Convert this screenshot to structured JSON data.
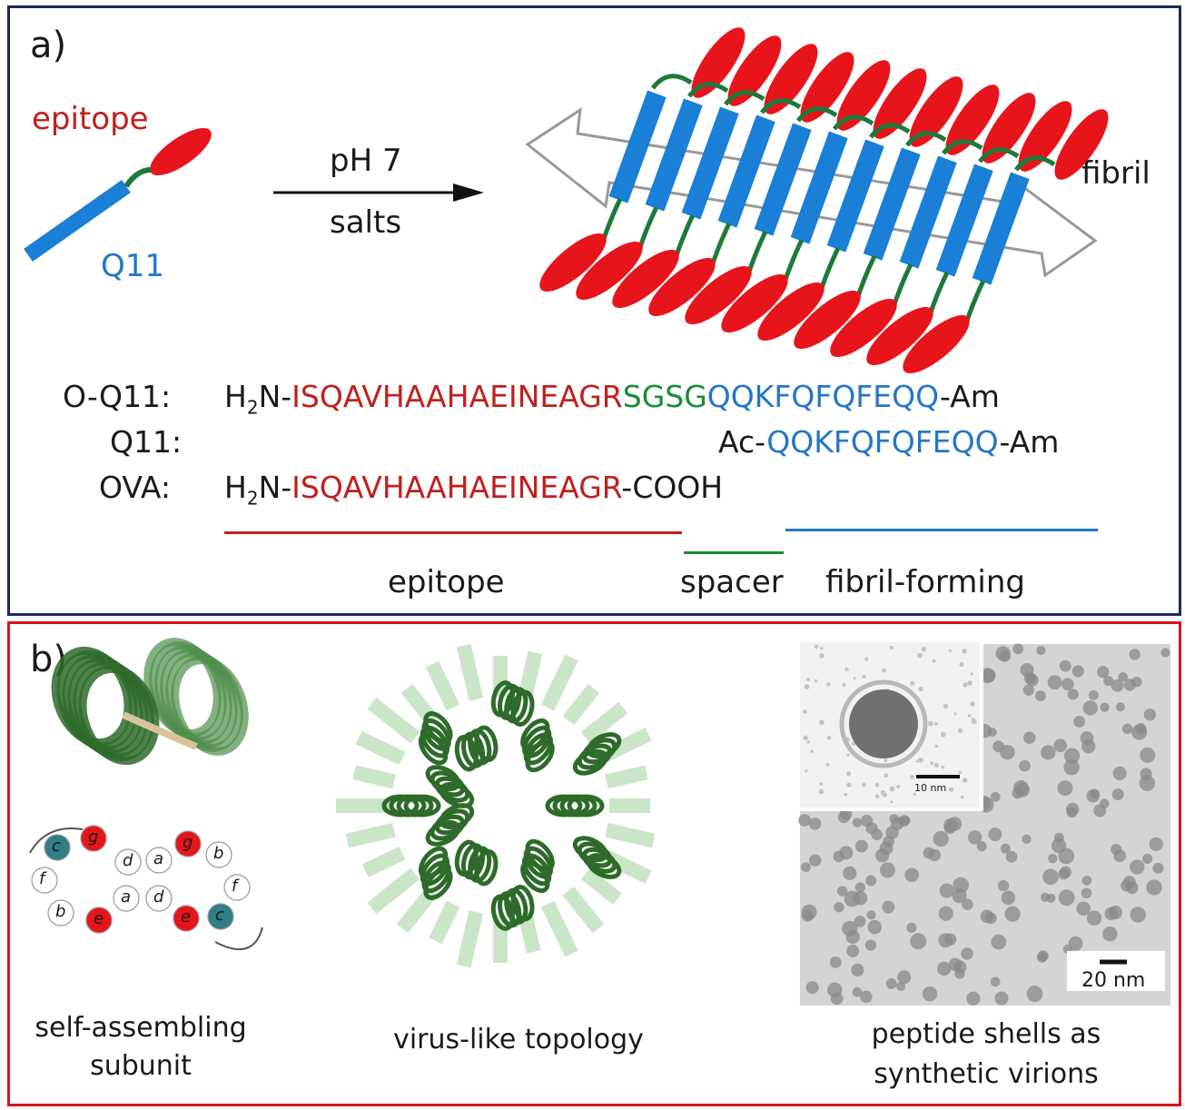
{
  "panel_a": {
    "label": "a)",
    "epitope_label": "epitope",
    "q11_label": "Q11",
    "arrow_top": "pH 7",
    "arrow_bottom": "salts",
    "fibril_label": "fibril",
    "sequences": [
      {
        "name": "O-Q11:",
        "prefix": "H",
        "sub": "2",
        "n": "N-",
        "epitope": "ISQAVHAAHAEINEAGR",
        "spacer": "SGSG",
        "fibril": "QQKFQFQFEQQ",
        "suffix": "-Am"
      },
      {
        "name": "Q11:",
        "prefix": "Ac-",
        "fibril": "QQKFQFQFEQQ",
        "suffix": "-Am"
      },
      {
        "name": "OVA:",
        "prefix": "H",
        "sub": "2",
        "n": "N-",
        "epitope": "ISQAVHAAHAEINEAGR",
        "suffix": "-COOH"
      }
    ],
    "segment_labels": {
      "epitope": "epitope",
      "spacer": "spacer",
      "fibril": "fibril-forming"
    }
  },
  "panel_b": {
    "label": "b)",
    "heptad_letters": [
      "c",
      "g",
      "f",
      "b",
      "e",
      "d",
      "a",
      "a",
      "d",
      "e",
      "b",
      "g",
      "f",
      "c"
    ],
    "caption_left": [
      "self-assembling",
      "subunit"
    ],
    "caption_mid": "virus-like topology",
    "caption_right": [
      "peptide shells as",
      "synthetic virions"
    ],
    "scale_inset": "10 nm",
    "scale_main": "20 nm"
  },
  "colors": {
    "epitope": "#e8141c",
    "q11": "#1a7fd6",
    "spacer": "#1d7a3a",
    "helix": "#2e6b2a",
    "frame_a": "#1f2a5c",
    "frame_b": "#d8141c"
  }
}
